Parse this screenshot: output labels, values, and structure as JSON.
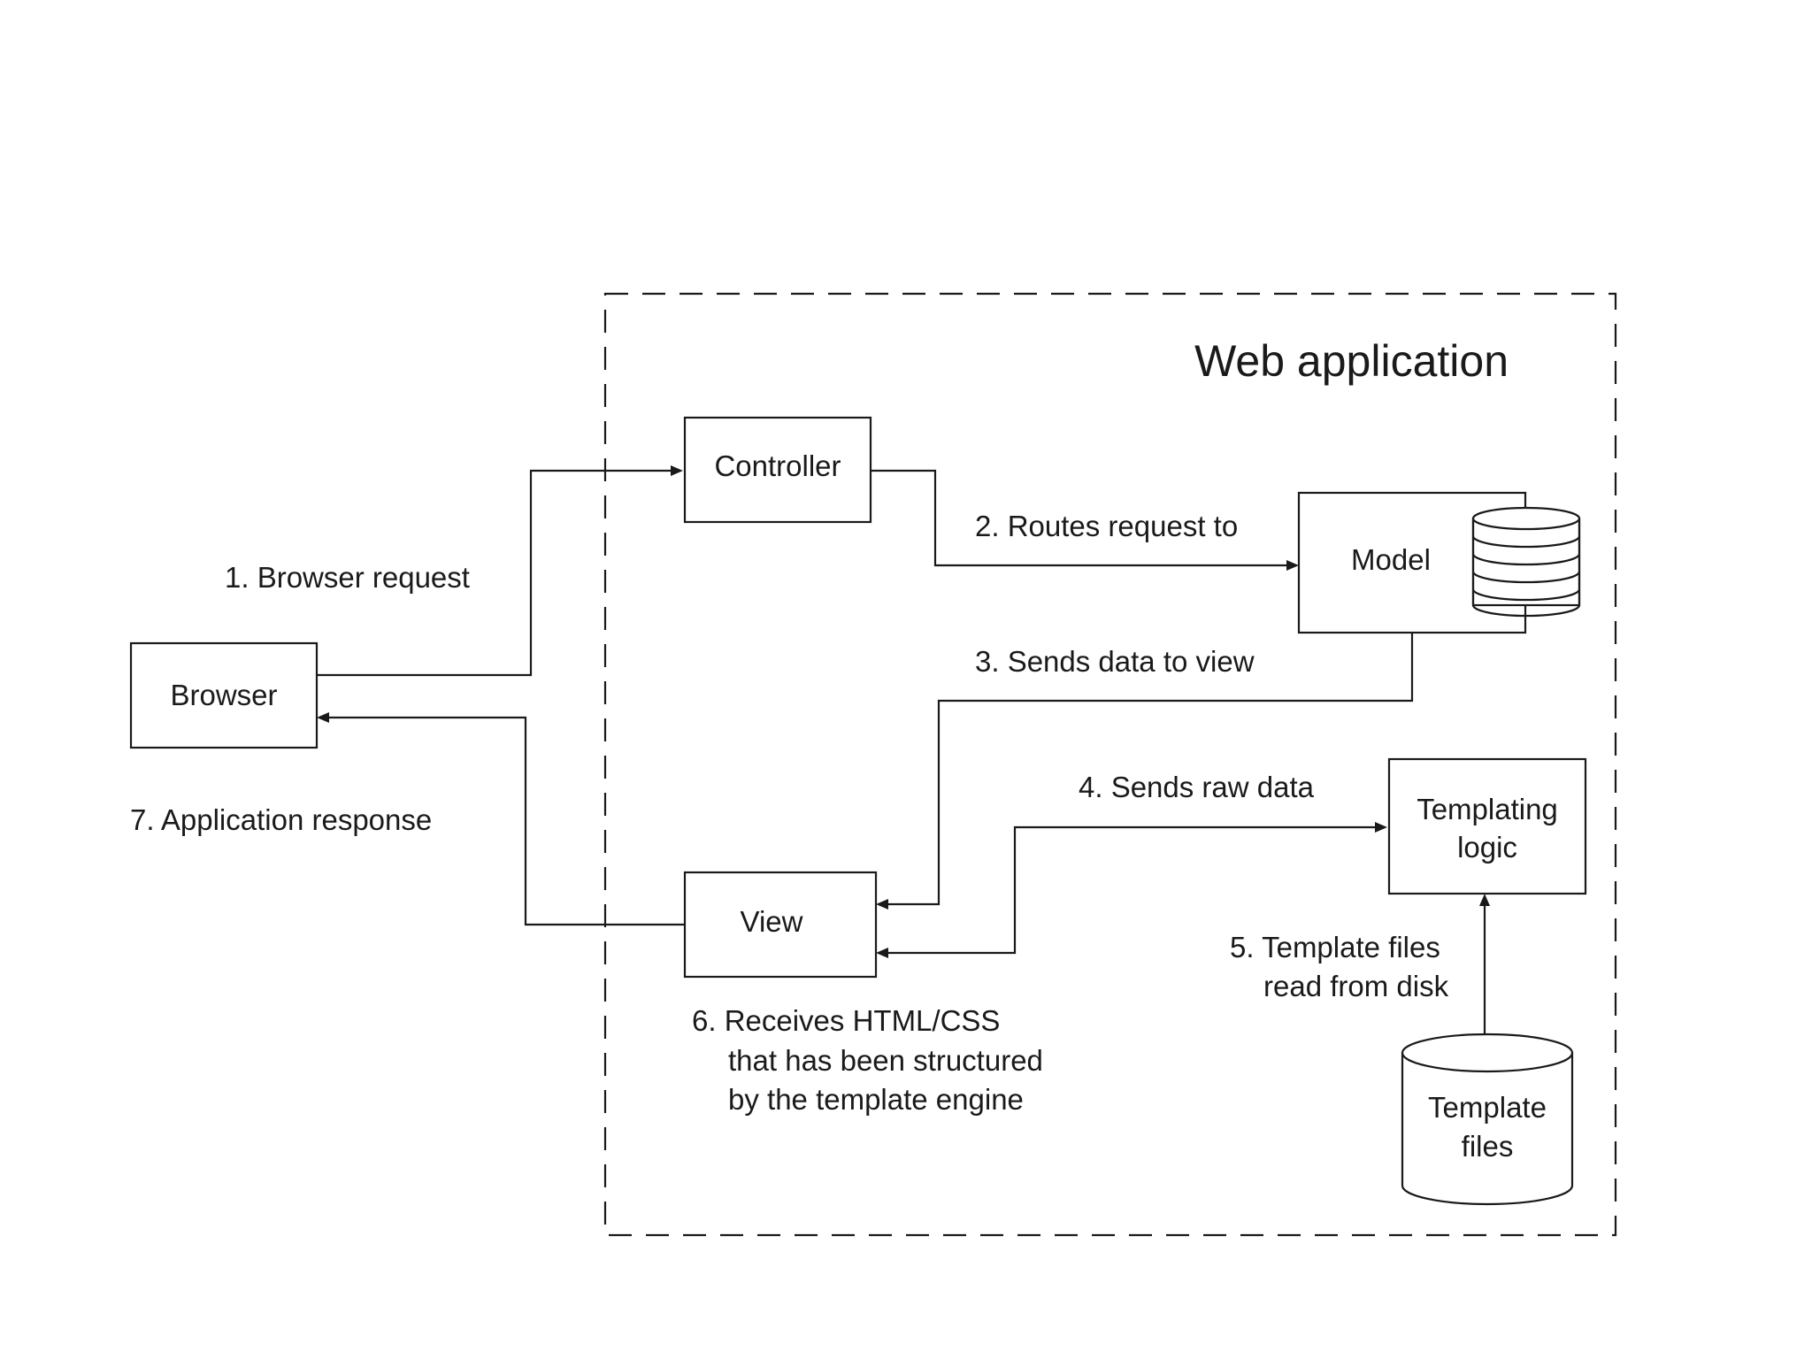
{
  "web_app_title": "Web application",
  "nodes": {
    "browser": "Browser",
    "controller": "Controller",
    "model": "Model",
    "view": "View",
    "templating_logic": [
      "Templating",
      "logic"
    ],
    "template_files": [
      "Template",
      "files"
    ]
  },
  "steps": {
    "browser_request": "1. Browser request",
    "routes_request": "2. Routes request to",
    "sends_data_to_view": "3. Sends data to view",
    "sends_raw_data": "4. Sends raw data",
    "template_files_read": [
      "5. Template files",
      "read from disk"
    ],
    "receives_html": [
      "6. Receives HTML/CSS",
      "that has been structured",
      "by the template engine"
    ],
    "application_response": "7. Application response"
  },
  "icons": {
    "model": "database-icon",
    "template_files": "cylinder-storage-icon"
  }
}
